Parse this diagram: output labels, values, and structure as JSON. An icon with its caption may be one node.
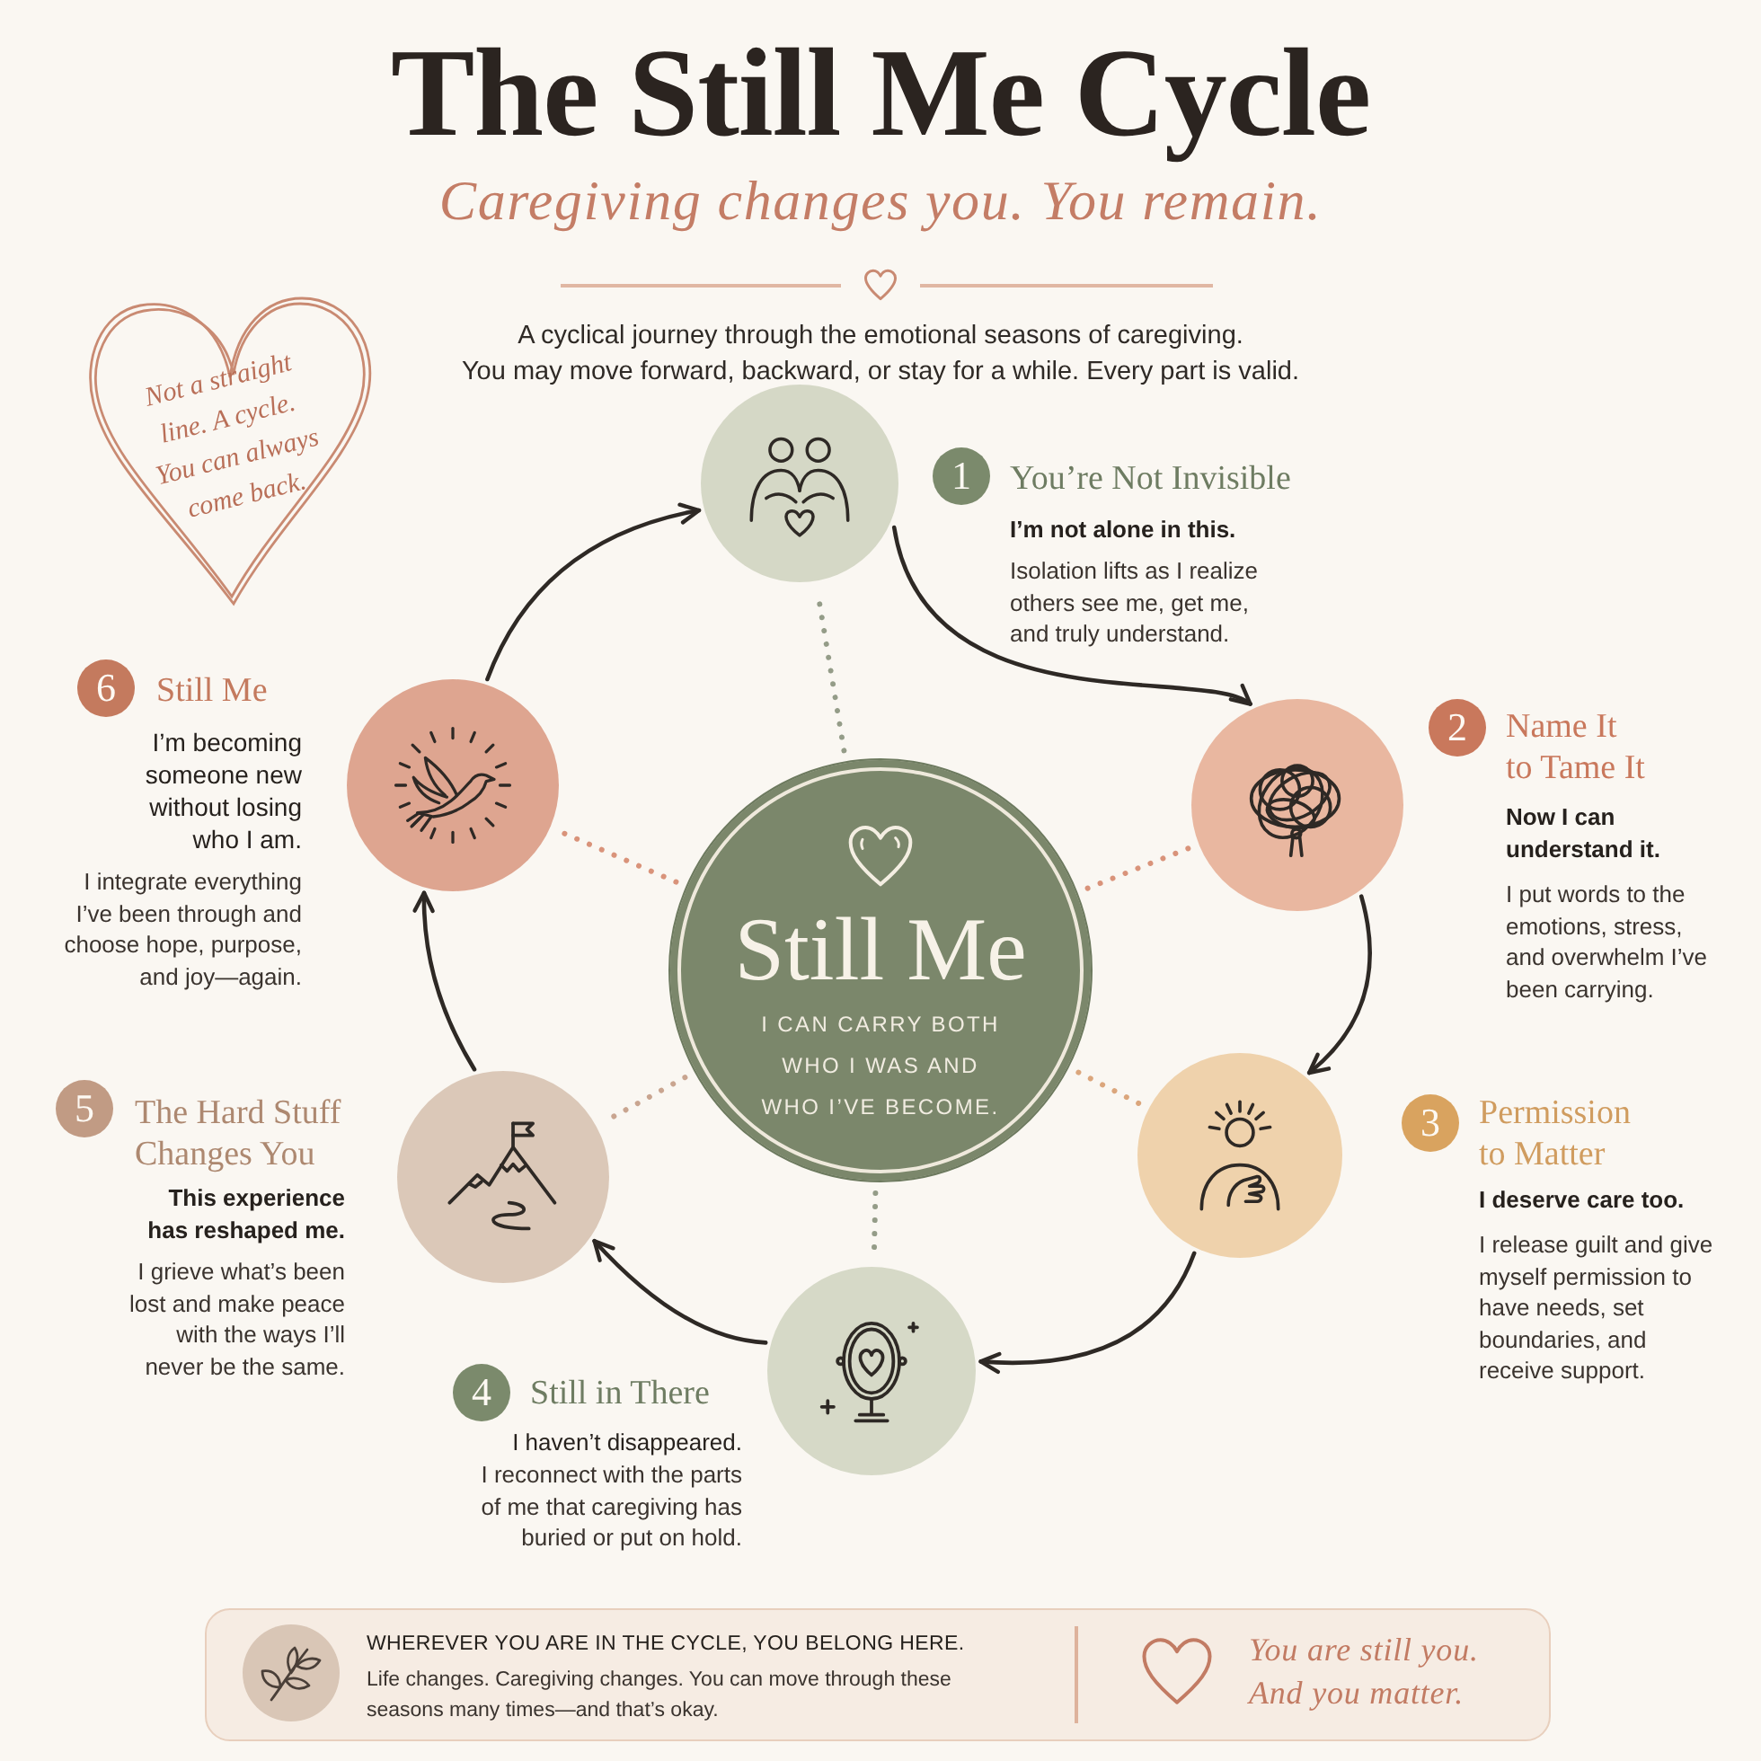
{
  "diagram": {
    "title": "The Still Me Cycle",
    "nodes": [
      {
        "text": [
          "Not a straight line. A cycle. You can always come back."
        ]
      },
      {
        "text": [
          "Still Me",
          "I CAN CARRY BOTH WHO I WAS AND WHO I’VE BECOME."
        ]
      },
      {
        "text": [],
        "shape": "circle",
        "beside": [
          "1",
          "You’re Not Invisible",
          "I’m not alone in this.",
          "Isolation lifts as I realize others see me, get me, and truly understand."
        ]
      },
      {
        "text": [],
        "shape": "circle",
        "beside": [
          "2",
          "Name It to Tame It",
          "Now I can understand it.",
          "I put words to the emotions, stress, and overwhelm I’ve been carrying."
        ]
      },
      {
        "text": [],
        "shape": "circle",
        "beside": [
          "3",
          "Permission to Matter",
          "I deserve care too.",
          "I release guilt and give myself permission to have needs, set boundaries, and receive support."
        ]
      },
      {
        "text": [],
        "shape": "circle",
        "beside": [
          "4",
          "Still in There",
          "I haven’t disappeared.",
          "I reconnect with the parts of me that caregiving has buried or put on hold."
        ]
      },
      {
        "text": [],
        "shape": "circle",
        "beside": [
          "5",
          "The Hard Stuff Changes You",
          "This experience has reshaped me.",
          "I grieve what’s been lost and make peace with the ways I’ll never be the same."
        ]
      },
      {
        "text": [],
        "shape": "circle",
        "beside": [
          "6",
          "Still Me",
          "I’m becoming someone new without losing who I am.",
          "I integrate everything I’ve been through and choose hope, purpose, and joy—again."
        ]
      },
      {
        "text": [
          "WHEREVER YOU ARE IN THE CYCLE, YOU BELONG HERE.",
          "Life changes. Caregiving changes. You can move through these seasons many times—and that’s okay.",
          "You are still you. And you matter."
        ]
      }
    ],
    "edges": [
      {
        "from": 2,
        "to": 3,
        "arrow": "to"
      },
      {
        "from": 3,
        "to": 4,
        "arrow": "to"
      },
      {
        "from": 4,
        "to": 5,
        "arrow": "to"
      },
      {
        "from": 5,
        "to": 6,
        "arrow": "to"
      },
      {
        "from": 6,
        "to": 7,
        "arrow": "to"
      },
      {
        "from": 7,
        "to": 2,
        "arrow": "to"
      },
      {
        "from": 1,
        "to": 2,
        "arrow": "none",
        "style": "dashed",
        "color": "#949c88"
      },
      {
        "from": 1,
        "to": 3,
        "arrow": "none",
        "style": "dashed",
        "color": "#d9937a"
      },
      {
        "from": 1,
        "to": 4,
        "arrow": "none",
        "style": "dashed",
        "color": "#dba67c"
      },
      {
        "from": 1,
        "to": 5,
        "arrow": "none",
        "style": "dashed",
        "color": "#949c88"
      },
      {
        "from": 1,
        "to": 6,
        "arrow": "none",
        "style": "dashed",
        "color": "#c9a590"
      },
      {
        "from": 1,
        "to": 7,
        "arrow": "none",
        "style": "dashed",
        "color": "#d9937a"
      }
    ],
    "labels": [
      "Caregiving changes you. You remain.",
      "A cyclical journey through the emotional seasons of caregiving.",
      "You may move forward, backward, or stay for a while. Every part is valid."
    ]
  }
}
